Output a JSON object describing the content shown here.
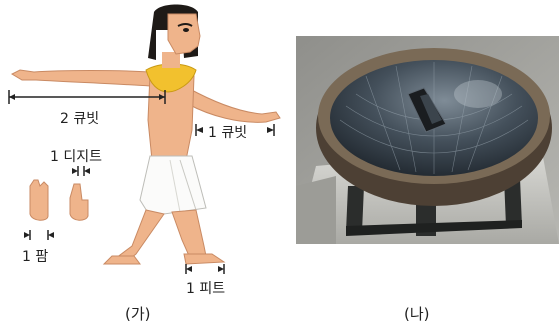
{
  "figure_a": {
    "caption": "(가)",
    "labels": {
      "two_cubit": "2 큐빗",
      "one_cubit": "1 큐빗",
      "one_digit": "1 디지트",
      "one_palm": "1 팜",
      "one_foot": "1 피트"
    }
  },
  "figure_b": {
    "caption": "(나)"
  },
  "colors": {
    "skin": "#efb48b",
    "skin_shadow": "#d9936a",
    "hair": "#1e1a17",
    "collar": "#f2c12e",
    "kilt": "#fbfbfa",
    "sundial_rim": "#6a5a48",
    "sundial_bowl": "#3e4a55",
    "stone": "#c8c8c4"
  }
}
